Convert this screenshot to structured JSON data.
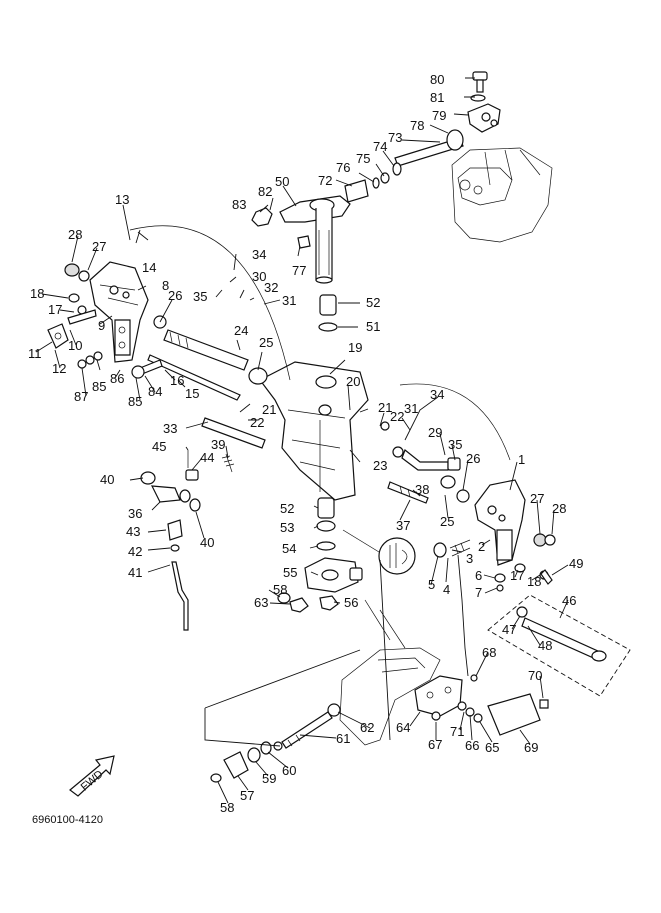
{
  "diagram": {
    "drawing_number": "6960100-4120",
    "fwd_label": "FWD",
    "callouts": [
      {
        "id": "80",
        "text": "80"
      },
      {
        "id": "81",
        "text": "81"
      },
      {
        "id": "79",
        "text": "79"
      },
      {
        "id": "78",
        "text": "78"
      },
      {
        "id": "73",
        "text": "73"
      },
      {
        "id": "74",
        "text": "74"
      },
      {
        "id": "75",
        "text": "75"
      },
      {
        "id": "76",
        "text": "76"
      },
      {
        "id": "72",
        "text": "72"
      },
      {
        "id": "50",
        "text": "50"
      },
      {
        "id": "82",
        "text": "82"
      },
      {
        "id": "83",
        "text": "83"
      },
      {
        "id": "77",
        "text": "77"
      },
      {
        "id": "13",
        "text": "13"
      },
      {
        "id": "14",
        "text": "14"
      },
      {
        "id": "28a",
        "text": "28"
      },
      {
        "id": "27a",
        "text": "27"
      },
      {
        "id": "34a",
        "text": "34"
      },
      {
        "id": "30",
        "text": "30"
      },
      {
        "id": "32",
        "text": "32"
      },
      {
        "id": "35a",
        "text": "35"
      },
      {
        "id": "31a",
        "text": "31"
      },
      {
        "id": "52a",
        "text": "52"
      },
      {
        "id": "51",
        "text": "51"
      },
      {
        "id": "18a",
        "text": "18"
      },
      {
        "id": "8",
        "text": "8"
      },
      {
        "id": "26a",
        "text": "26"
      },
      {
        "id": "17a",
        "text": "17"
      },
      {
        "id": "9",
        "text": "9"
      },
      {
        "id": "10",
        "text": "10"
      },
      {
        "id": "11",
        "text": "11"
      },
      {
        "id": "24",
        "text": "24"
      },
      {
        "id": "25a",
        "text": "25"
      },
      {
        "id": "12",
        "text": "12"
      },
      {
        "id": "86",
        "text": "86"
      },
      {
        "id": "85a",
        "text": "85"
      },
      {
        "id": "16",
        "text": "16"
      },
      {
        "id": "84",
        "text": "84"
      },
      {
        "id": "87",
        "text": "87"
      },
      {
        "id": "85b",
        "text": "85"
      },
      {
        "id": "15",
        "text": "15"
      },
      {
        "id": "19",
        "text": "19"
      },
      {
        "id": "20",
        "text": "20"
      },
      {
        "id": "21a",
        "text": "21"
      },
      {
        "id": "21b",
        "text": "21"
      },
      {
        "id": "22a",
        "text": "22"
      },
      {
        "id": "22b",
        "text": "22"
      },
      {
        "id": "34b",
        "text": "34"
      },
      {
        "id": "31b",
        "text": "31"
      },
      {
        "id": "33",
        "text": "33"
      },
      {
        "id": "39",
        "text": "39"
      },
      {
        "id": "29",
        "text": "29"
      },
      {
        "id": "35b",
        "text": "35"
      },
      {
        "id": "45",
        "text": "45"
      },
      {
        "id": "44",
        "text": "44"
      },
      {
        "id": "23",
        "text": "23"
      },
      {
        "id": "26b",
        "text": "26"
      },
      {
        "id": "1",
        "text": "1"
      },
      {
        "id": "40a",
        "text": "40"
      },
      {
        "id": "38",
        "text": "38"
      },
      {
        "id": "36",
        "text": "36"
      },
      {
        "id": "52b",
        "text": "52"
      },
      {
        "id": "37",
        "text": "37"
      },
      {
        "id": "25b",
        "text": "25"
      },
      {
        "id": "27b",
        "text": "27"
      },
      {
        "id": "28b",
        "text": "28"
      },
      {
        "id": "40b",
        "text": "40"
      },
      {
        "id": "43",
        "text": "43"
      },
      {
        "id": "53",
        "text": "53"
      },
      {
        "id": "3",
        "text": "3"
      },
      {
        "id": "2",
        "text": "2"
      },
      {
        "id": "42",
        "text": "42"
      },
      {
        "id": "54",
        "text": "54"
      },
      {
        "id": "41",
        "text": "41"
      },
      {
        "id": "55",
        "text": "55"
      },
      {
        "id": "5",
        "text": "5"
      },
      {
        "id": "4",
        "text": "4"
      },
      {
        "id": "6",
        "text": "6"
      },
      {
        "id": "17b",
        "text": "17"
      },
      {
        "id": "18b",
        "text": "18"
      },
      {
        "id": "49",
        "text": "49"
      },
      {
        "id": "7",
        "text": "7"
      },
      {
        "id": "58a",
        "text": "58"
      },
      {
        "id": "63",
        "text": "63"
      },
      {
        "id": "56",
        "text": "56"
      },
      {
        "id": "46",
        "text": "46"
      },
      {
        "id": "47",
        "text": "47"
      },
      {
        "id": "48",
        "text": "48"
      },
      {
        "id": "68",
        "text": "68"
      },
      {
        "id": "70",
        "text": "70"
      },
      {
        "id": "62",
        "text": "62"
      },
      {
        "id": "64",
        "text": "64"
      },
      {
        "id": "71",
        "text": "71"
      },
      {
        "id": "61",
        "text": "61"
      },
      {
        "id": "67",
        "text": "67"
      },
      {
        "id": "66",
        "text": "66"
      },
      {
        "id": "65",
        "text": "65"
      },
      {
        "id": "69",
        "text": "69"
      },
      {
        "id": "60",
        "text": "60"
      },
      {
        "id": "59",
        "text": "59"
      },
      {
        "id": "57",
        "text": "57"
      },
      {
        "id": "58b",
        "text": "58"
      }
    ]
  }
}
